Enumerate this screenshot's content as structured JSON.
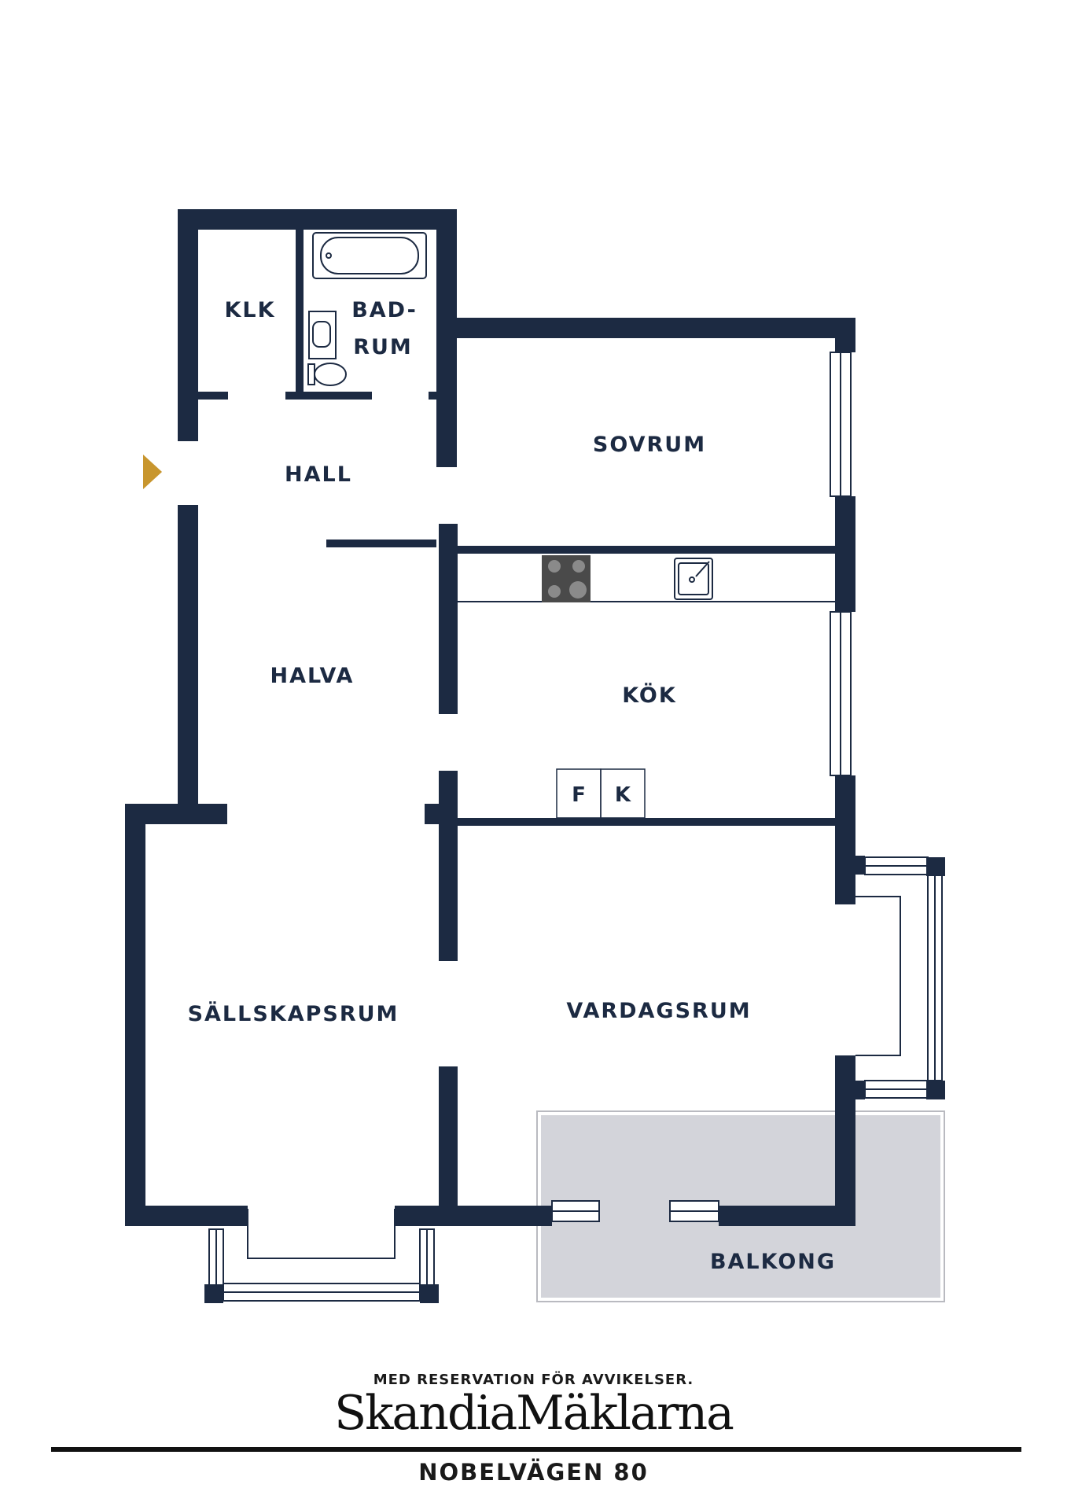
{
  "colors": {
    "wall": "#1c2a42",
    "balcony_fill": "#d3d4da",
    "entrance_marker": "#c8962e",
    "hob": "#4a4a4a"
  },
  "rooms": {
    "klk": "KLK",
    "badrum_line1": "BAD-",
    "badrum_line2": "RUM",
    "hall": "HALL",
    "sovrum": "SOVRUM",
    "halva": "HALVA",
    "kok": "KÖK",
    "sallskapsrum": "SÄLLSKAPSRUM",
    "vardagsrum": "VARDAGSRUM",
    "balkong": "BALKONG"
  },
  "appliances": {
    "fridge": "F",
    "freezer": "K"
  },
  "icons": [
    "bathtub-icon",
    "sink-icon",
    "toilet-icon",
    "hob-icon",
    "kitchen-sink-icon",
    "entrance-arrow-icon"
  ],
  "footer": {
    "disclaimer": "MED RESERVATION FÖR AVVIKELSER.",
    "brand": "SkandiaMäklarna",
    "address": "NOBELVÄGEN 80"
  }
}
